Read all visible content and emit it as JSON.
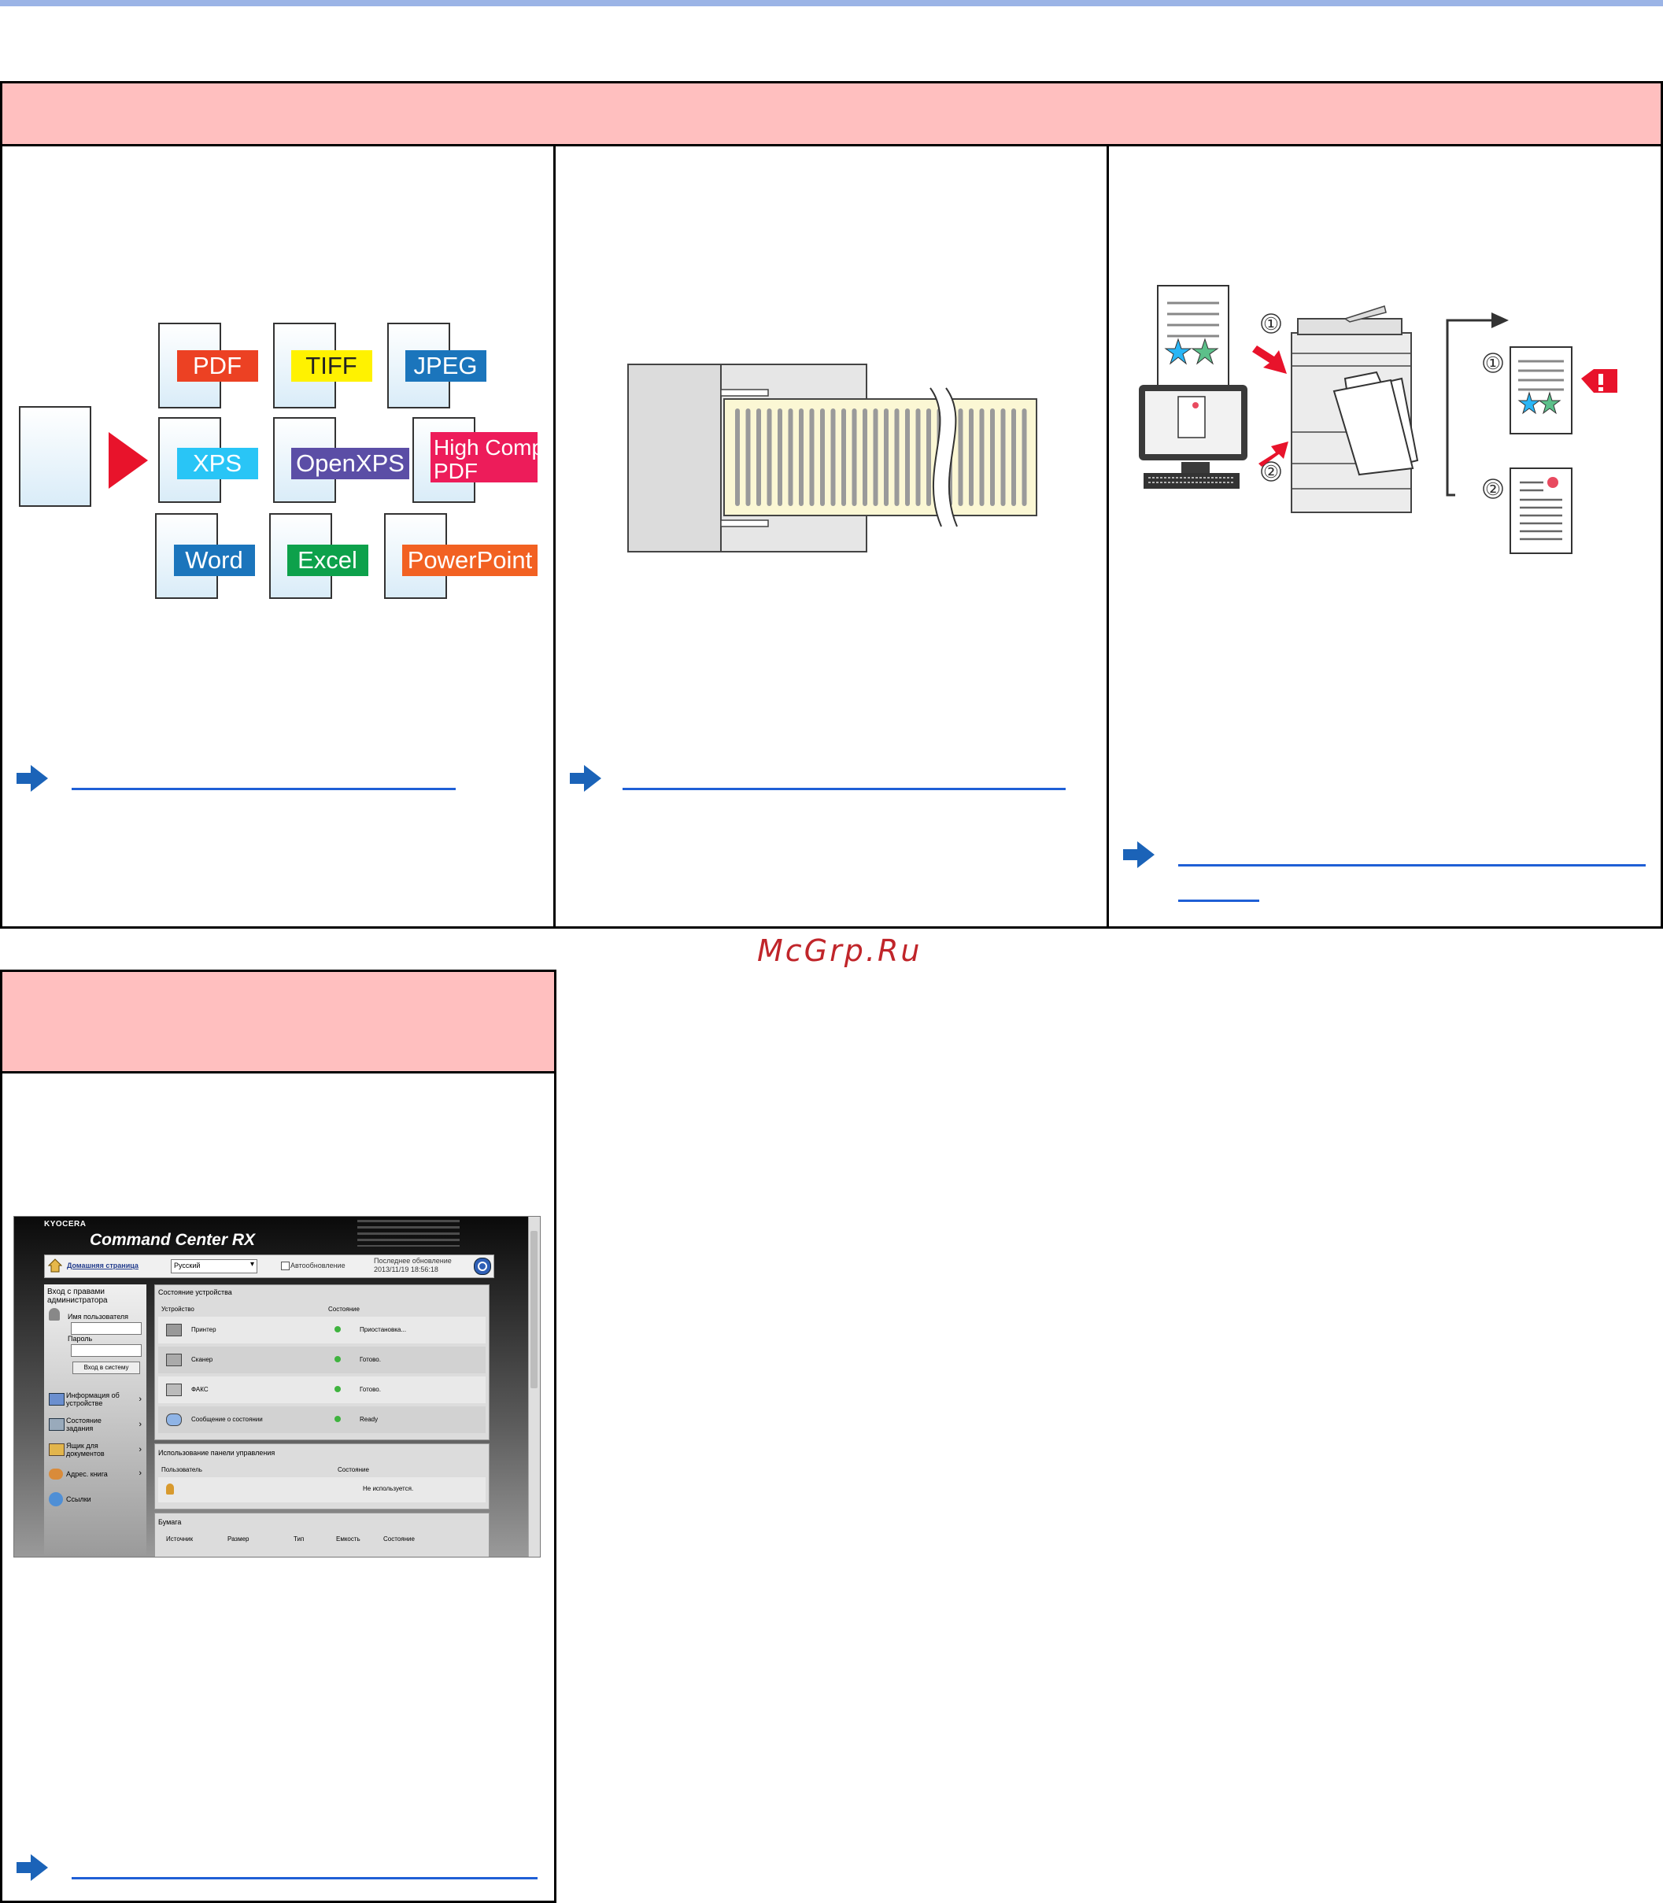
{
  "watermark": "McGrp.Ru",
  "formats": {
    "pdf": "PDF",
    "tiff": "TIFF",
    "jpeg": "JPEG",
    "xps": "XPS",
    "openxps": "OpenXPS",
    "high_comp_1": "High Comp.",
    "high_comp_2": "PDF",
    "word": "Word",
    "excel": "Excel",
    "powerpoint": "PowerPoint"
  },
  "flow_markers": {
    "one": "①",
    "two": "②"
  },
  "ccrx": {
    "brand": "KYOCERA",
    "title": "Command Center RX",
    "home_link": "Домашняя страница",
    "language": "Русский",
    "auto_refresh": "Автообновление",
    "last_update_label": "Последнее обновление",
    "last_update_value": "2013/11/19 18:56:18",
    "login_title_1": "Вход с правами",
    "login_title_2": "администратора",
    "username_label": "Имя пользователя",
    "password_label": "Пароль",
    "login_button": "Вход в систему",
    "nav": [
      {
        "label_1": "Информация об",
        "label_2": "устройстве"
      },
      {
        "label_1": "Состояние",
        "label_2": "задания"
      },
      {
        "label_1": "Ящик для",
        "label_2": "документов"
      },
      {
        "label_1": "Адрес. книга",
        "label_2": ""
      },
      {
        "label_1": "Ссылки",
        "label_2": ""
      }
    ],
    "device_status": {
      "title": "Состояние устройства",
      "col_device": "Устройство",
      "col_status": "Состояние",
      "rows": [
        {
          "device": "Принтер",
          "status": "Приостановка..."
        },
        {
          "device": "Сканер",
          "status": "Готово."
        },
        {
          "device": "ФАКС",
          "status": "Готово."
        },
        {
          "device": "Сообщение о состоянии",
          "status": "Ready"
        }
      ]
    },
    "panel_usage": {
      "title": "Использование панели управления",
      "col_user": "Пользователь",
      "col_status": "Состояние",
      "row_status": "Не используется."
    },
    "paper": {
      "title": "Бумага",
      "cols": [
        "Источник",
        "Размер",
        "Тип",
        "Емкость",
        "Состояние"
      ]
    }
  },
  "colors": {
    "pdf": "#ec4123",
    "tiff": "#fff200",
    "jpeg": "#1b75bc",
    "xps": "#29c5f6",
    "openxps": "#5b4ea6",
    "highcomp": "#ed1c5a",
    "word": "#1b75bc",
    "excel": "#0da14b",
    "powerpoint": "#f26122",
    "header_pink": "#ffbfbf",
    "link_blue": "#1f5fd6"
  }
}
